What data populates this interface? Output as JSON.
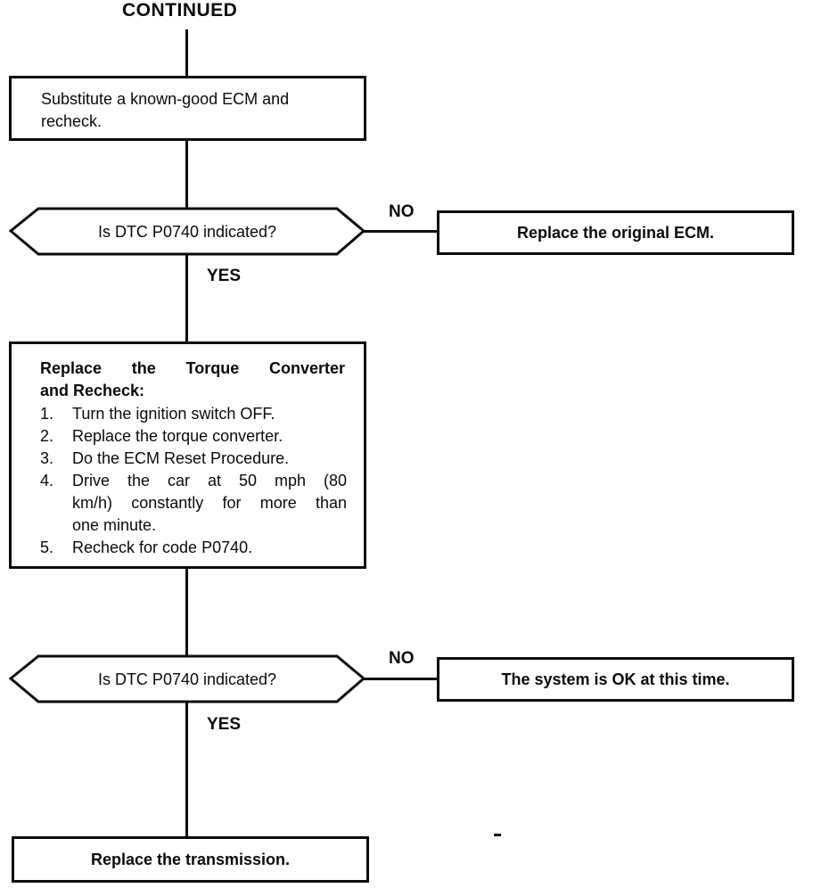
{
  "title": "CONTINUED",
  "flow": {
    "step1": {
      "text": "Substitute a known-good ECM and recheck."
    },
    "decision1": {
      "question": "Is DTC P0740 indicated?",
      "no_label": "NO",
      "yes_label": "YES"
    },
    "no_result1": {
      "text": "Replace the original ECM."
    },
    "procedure": {
      "title_line1": "Replace the Torque Converter",
      "title_line2": "and Recheck:",
      "steps": [
        {
          "num": "1.",
          "lines": [
            "Turn the ignition switch OFF."
          ]
        },
        {
          "num": "2.",
          "lines": [
            "Replace the torque converter."
          ]
        },
        {
          "num": "3.",
          "lines": [
            "Do the ECM Reset Procedure."
          ]
        },
        {
          "num": "4.",
          "lines": [
            "Drive the car at 50 mph (80",
            "km/h) constantly for more than",
            "one minute."
          ]
        },
        {
          "num": "5.",
          "lines": [
            "Recheck for code P0740."
          ]
        }
      ]
    },
    "decision2": {
      "question": "Is DTC P0740 indicated?",
      "no_label": "NO",
      "yes_label": "YES"
    },
    "no_result2": {
      "text": "The system is OK at this time."
    },
    "final": {
      "text": "Replace the transmission."
    }
  },
  "colors": {
    "ink": "#0b0b0b",
    "background": "#ffffff"
  }
}
